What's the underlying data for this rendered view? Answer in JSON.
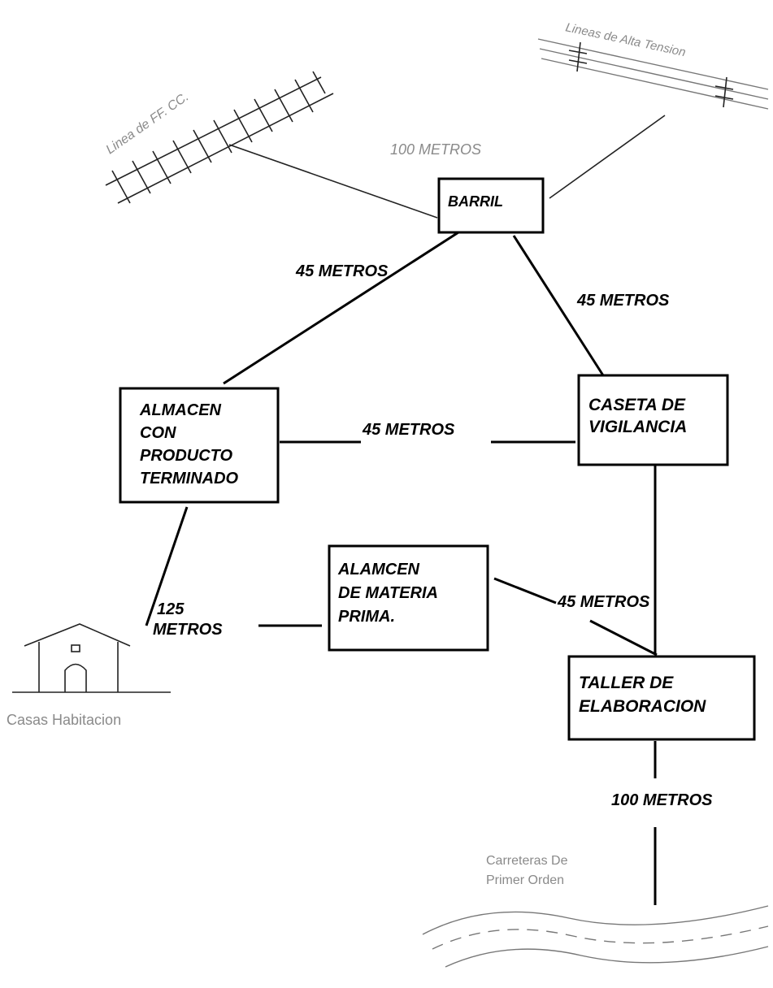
{
  "nodes": {
    "barril": "BARRIL",
    "caseta": [
      "CASETA DE",
      "VIGILANCIA"
    ],
    "almacen_producto": [
      "ALMACEN",
      "CON",
      "PRODUCTO",
      "TERMINADO"
    ],
    "almacen_materia": [
      "ALAMCEN",
      "DE MATERIA",
      "PRIMA."
    ],
    "taller": [
      "TALLER DE",
      "ELABORACION"
    ]
  },
  "distances": {
    "top_100": "100 METROS",
    "barril_almacen": "45 METROS",
    "barril_caseta": "45 METROS",
    "almacen_caseta": "45 METROS",
    "materia_taller": "45 METROS",
    "casas_line1": "125",
    "casas_line2": "METROS",
    "taller_road": "100 METROS"
  },
  "landmarks": {
    "ffcc": "Linea de FF. CC.",
    "alta_tension": "Lineas de Alta Tension",
    "casas": "Casas Habitacion",
    "carretera_line1": "Carreteras De",
    "carretera_line2": "Primer Orden"
  }
}
